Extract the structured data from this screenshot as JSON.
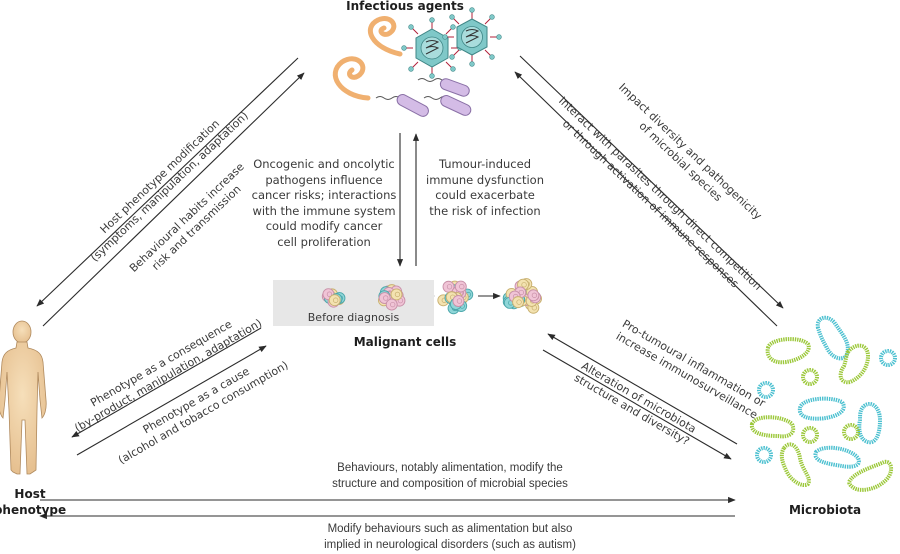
{
  "nodes": {
    "infectious_agents": "Infectious agents",
    "malignant_cells": "Malignant cells",
    "host_phenotype": [
      "Host",
      "phenotype"
    ],
    "microbiota": "Microbiota"
  },
  "before_diagnosis_label": "Before diagnosis",
  "edges": {
    "host_phenotype_modification": [
      "Host phenotype modification",
      "(symptoms, manipulation, adaptation)"
    ],
    "behavioural_habits": [
      "Behavioural habits increase",
      "risk and transmission"
    ],
    "oncogenic_pathogens": [
      "Oncogenic and oncolytic",
      "pathogens influence",
      "cancer risks; interactions",
      "with the immune system",
      "could modify cancer",
      "cell proliferation"
    ],
    "tumour_induced": [
      "Tumour-induced",
      "immune dysfunction",
      "could exacerbate",
      "the risk of infection"
    ],
    "impact_diversity": [
      "Impact diversity and pathogenicity",
      "of microbial species"
    ],
    "interact_parasites": [
      "Interact with parasites through direct competition",
      "or through activation of immune responses"
    ],
    "phenotype_consequence": [
      "Phenotype as a consequence",
      "(by-product, manipulation, adaptation)"
    ],
    "phenotype_cause": [
      "Phenotype as a cause",
      "(alcohol and tobacco consumption)"
    ],
    "pro_tumoural": [
      "Pro-tumoural inflammation or",
      "increase immunosurveillance"
    ],
    "alteration_microbiota": [
      "Alteration of microbiota",
      "structure and diversity?"
    ],
    "behaviours_alimentation": [
      "Behaviours, notably alimentation, modify the",
      "structure and composition of microbial species"
    ],
    "modify_behaviours": [
      "Modify behaviours such as alimentation but also",
      "implied in neurological disorders (such as autism)"
    ]
  },
  "colors": {
    "arrow": "#2b2b2b",
    "text": "#3a3a3a",
    "title": "#1e1e1e",
    "skin": "#eccc9e",
    "skin_outline": "#b08a5e",
    "worm": "#f0b070",
    "virus_body": "#7fc8c8",
    "virus_spike": "#b0203a",
    "bacterium": "#d4bce6",
    "microbe_green": "#9cc83a",
    "microbe_cyan": "#4cc0d0",
    "cell_pink": "#f0c4d6",
    "cell_yellow": "#f3e2b0",
    "cell_cyan": "#8fd6d8",
    "box_grey": "#e7e7e7"
  }
}
